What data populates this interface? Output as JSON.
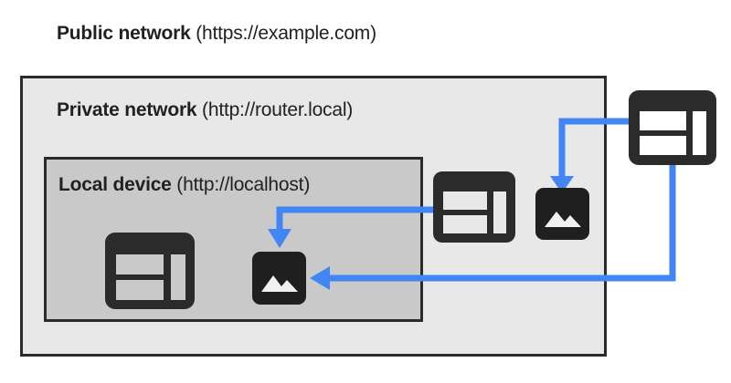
{
  "diagram": {
    "type": "network-scope-diagram",
    "background": "#ffffff",
    "colors": {
      "arrow_blue": "#4285f4",
      "icon_dark": "#2b2b2b",
      "public_fill": "#ffffff",
      "private_fill": "#e8e8e8",
      "local_fill": "#c9c9c9",
      "text": "#202124"
    }
  },
  "scopes": {
    "public": {
      "name": "Public network",
      "url": "(https://example.com)",
      "label_bold": "Public network",
      "label_rest": " (https://example.com)"
    },
    "private": {
      "name": "Private network",
      "url": "(http://router.local)",
      "label_bold": "Private network",
      "label_rest": " (http://router.local)"
    },
    "local": {
      "name": "Local device",
      "url": "(http://localhost)",
      "label_bold": "Local device",
      "label_rest": " (http://localhost)"
    }
  },
  "nodes": [
    {
      "id": "browser-local",
      "icon": "browser-window-icon",
      "scope": "local",
      "label": "Local device browser"
    },
    {
      "id": "image-local",
      "icon": "image-placeholder-icon",
      "scope": "local",
      "label": "Local device resource"
    },
    {
      "id": "browser-private",
      "icon": "browser-window-icon",
      "scope": "private",
      "label": "Private network browser"
    },
    {
      "id": "image-private",
      "icon": "image-placeholder-icon",
      "scope": "private",
      "label": "Private network resource"
    },
    {
      "id": "browser-public",
      "icon": "browser-window-icon",
      "scope": "public",
      "label": "Public network browser"
    }
  ],
  "connections": [
    {
      "id": "public-to-private-image",
      "from": "browser-public",
      "to": "image-private",
      "direction": "down",
      "color": "#4285f4"
    },
    {
      "id": "private-to-local-image",
      "from": "browser-private",
      "to": "image-local",
      "direction": "down",
      "color": "#4285f4"
    },
    {
      "id": "public-to-local-image",
      "from": "browser-public",
      "to": "image-local",
      "direction": "left",
      "color": "#4285f4"
    }
  ]
}
